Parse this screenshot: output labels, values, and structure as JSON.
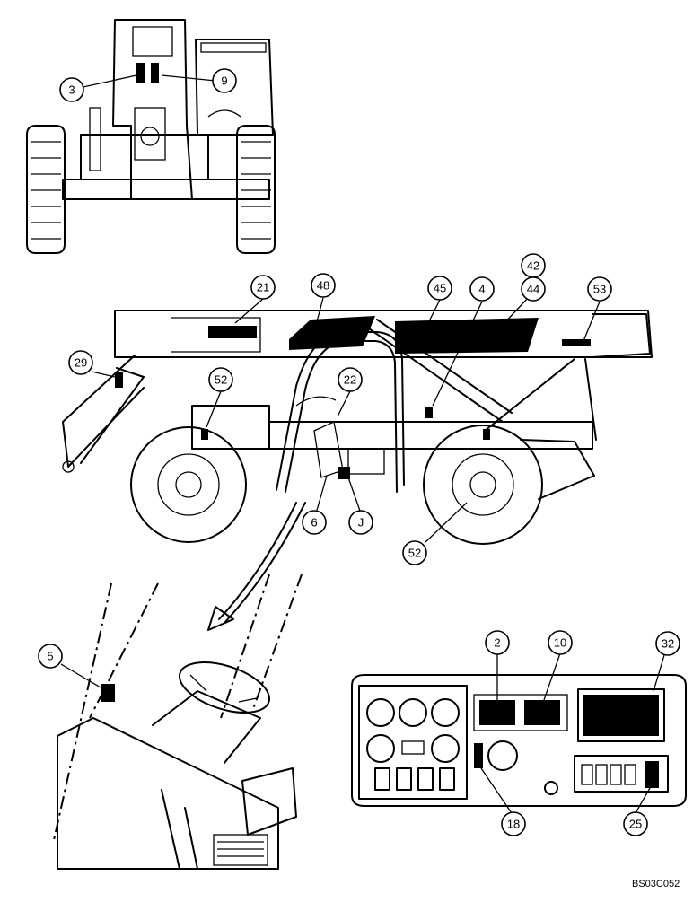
{
  "callouts": {
    "front": [
      "3",
      "9"
    ],
    "side": [
      "21",
      "48",
      "42",
      "45",
      "4",
      "44",
      "53",
      "29",
      "22",
      "52",
      "6",
      "J",
      "52"
    ],
    "cab": [
      "5"
    ],
    "dash": [
      "2",
      "10",
      "32",
      "18",
      "25"
    ]
  },
  "drawing_code": "BS03C052",
  "colors": {
    "ink": "#000000",
    "paper": "#ffffff"
  }
}
